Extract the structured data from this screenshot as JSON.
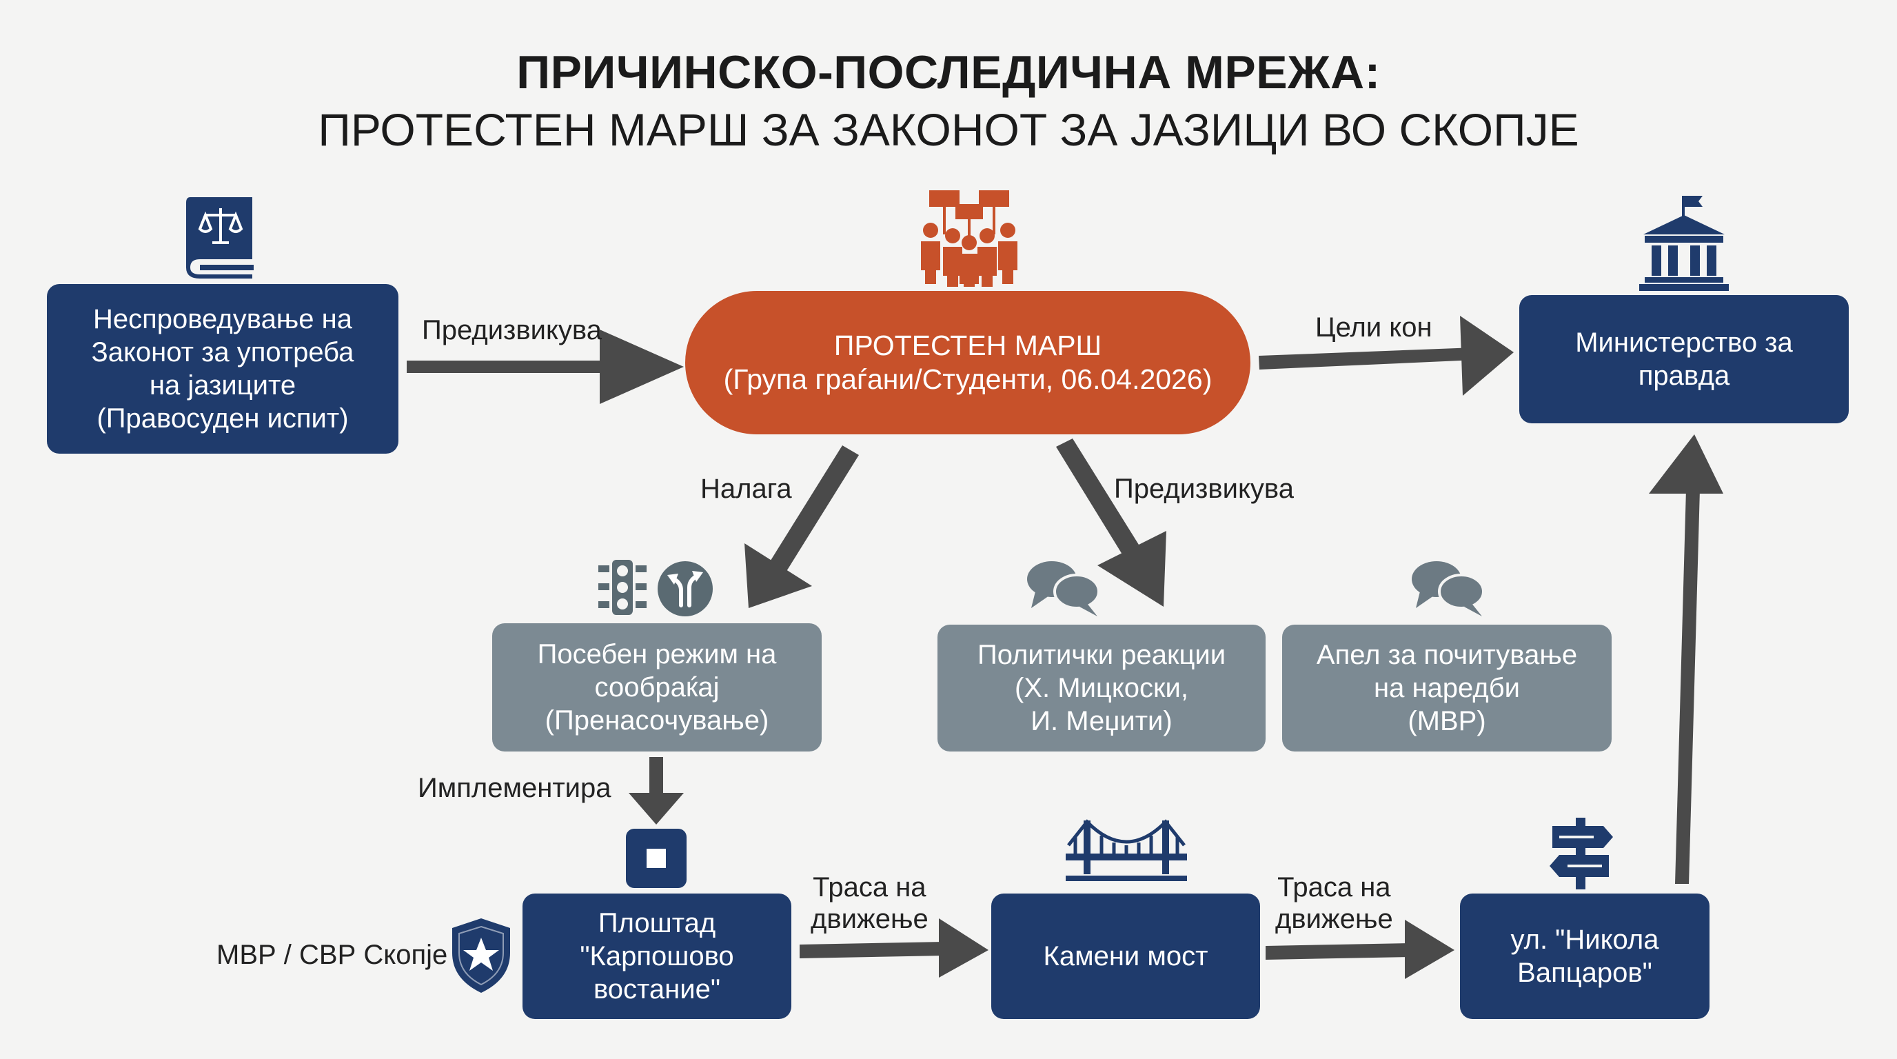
{
  "header": {
    "title": "ПРИЧИНСКО-ПОСЛЕДИЧНА МРЕЖА:",
    "subtitle": "ПРОТЕСТЕН МАРШ ЗА ЗАКОНОТ ЗА ЈАЗИЦИ ВО СКОПЈЕ"
  },
  "nodes": {
    "cause": [
      "Неспроведување на",
      "Законот за употреба",
      "на јазиците",
      "(Правосуден испит)"
    ],
    "protest": [
      "ПРОТЕСТЕН МАРШ",
      "(Група граѓани/Студенти, 06.04.2026)"
    ],
    "ministry": [
      "Министерство за",
      "правда"
    ],
    "traffic": [
      "Посебен режим на",
      "сообраќај",
      "(Пренасочување)"
    ],
    "political": [
      "Политички реакции",
      "(Х. Мицкоски,",
      "И. Меџити)"
    ],
    "appeal": [
      "Апел за почитување",
      "на наредби",
      "(МВР)"
    ],
    "square": [
      "Плоштад",
      "\"Карпошово",
      "востание\""
    ],
    "bridge": [
      "Камени мост"
    ],
    "street": [
      "ул. \"Никола",
      "Вапцаров\""
    ]
  },
  "edges": {
    "causes_1": "Предизвикува",
    "targets": "Цели кон",
    "imposes": "Налага",
    "causes_2": "Предизвикува",
    "implements": "Имплементира",
    "route_1": [
      "Траса на",
      "движење"
    ],
    "route_2": [
      "Траса на",
      "движење"
    ]
  },
  "police_label": "МВР / СВР Скопје",
  "icons": {
    "law_book": "law-book-icon",
    "protest_crowd": "protest-crowd-icon",
    "courthouse": "courthouse-icon",
    "traffic_light": "traffic-light-icon",
    "detour": "detour-sign-icon",
    "speech_1": "speech-bubbles-icon",
    "speech_2": "speech-bubbles-icon",
    "checkpoint": "checkpoint-square-icon",
    "police_badge": "police-badge-icon",
    "bridge": "bridge-icon",
    "signpost": "signpost-icon"
  },
  "colors": {
    "navy": "#1f3b6c",
    "gray": "#7c8a93",
    "orange": "#c7512a",
    "arrow": "#4a4a4a"
  }
}
